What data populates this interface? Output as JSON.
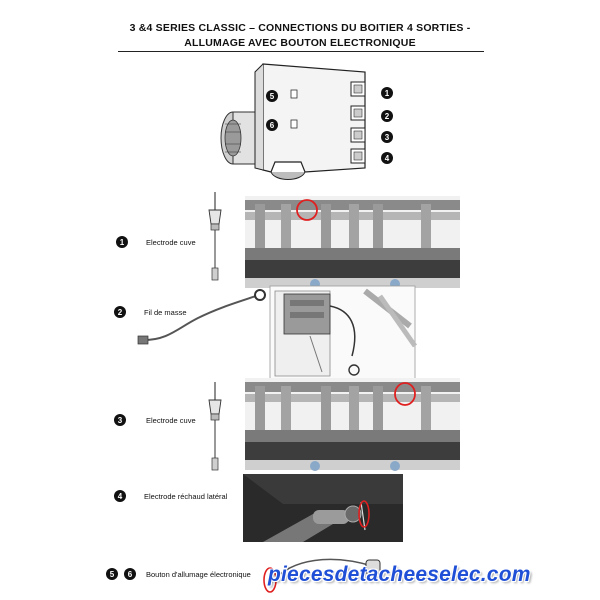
{
  "header": {
    "title_line1": "3 &4 SERIES CLASSIC – CONNECTIONS DU BOITIER 4 SORTIES -",
    "title_line2": "ALLUMAGE AVEC BOUTON ELECTRONIQUE"
  },
  "module_diagram": {
    "port_numbers": [
      "1",
      "2",
      "3",
      "4"
    ],
    "button_numbers": [
      "5",
      "6"
    ]
  },
  "items": [
    {
      "number": "1",
      "label": "Electrode cuve"
    },
    {
      "number": "2",
      "label": "Fil de masse"
    },
    {
      "number": "3",
      "label": "Electrode cuve"
    },
    {
      "number": "4",
      "label": "Electrode réchaud latéral"
    },
    {
      "numbers": [
        "5",
        "6"
      ],
      "label": "Bouton d'allumage électronique"
    }
  ],
  "watermark": "piecesdetacheeselec.com",
  "colors": {
    "highlight_circle": "#e02020",
    "watermark": "#1f4fd6"
  }
}
